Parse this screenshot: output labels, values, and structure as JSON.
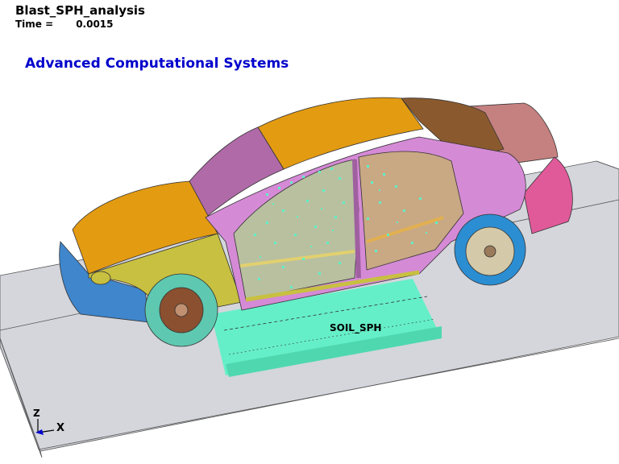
{
  "header": {
    "title": "Blast_SPH_analysis",
    "time_label": "Time =",
    "time_value": "0.0015"
  },
  "branding": {
    "company": "Advanced Computational Systems",
    "color": "#0000cc"
  },
  "scene": {
    "part_label": "SOIL_SPH",
    "axes": {
      "z": "Z",
      "x": "X"
    },
    "colors": {
      "ground": "#d4d6dc",
      "soil": "#5ff0c6",
      "hood": "#e39b12",
      "roof": "#e39b12",
      "body": "#d58ad6",
      "rear_deck": "#8a5a2e",
      "bumper_front": "#3f86cc",
      "bumper_rear": "#e05a9a",
      "trunk": "#c58080",
      "tire_front": "#5ec8b0",
      "tire_rear": "#2b8ed2",
      "rim": "#b8a070",
      "sill": "#c8c040"
    }
  }
}
